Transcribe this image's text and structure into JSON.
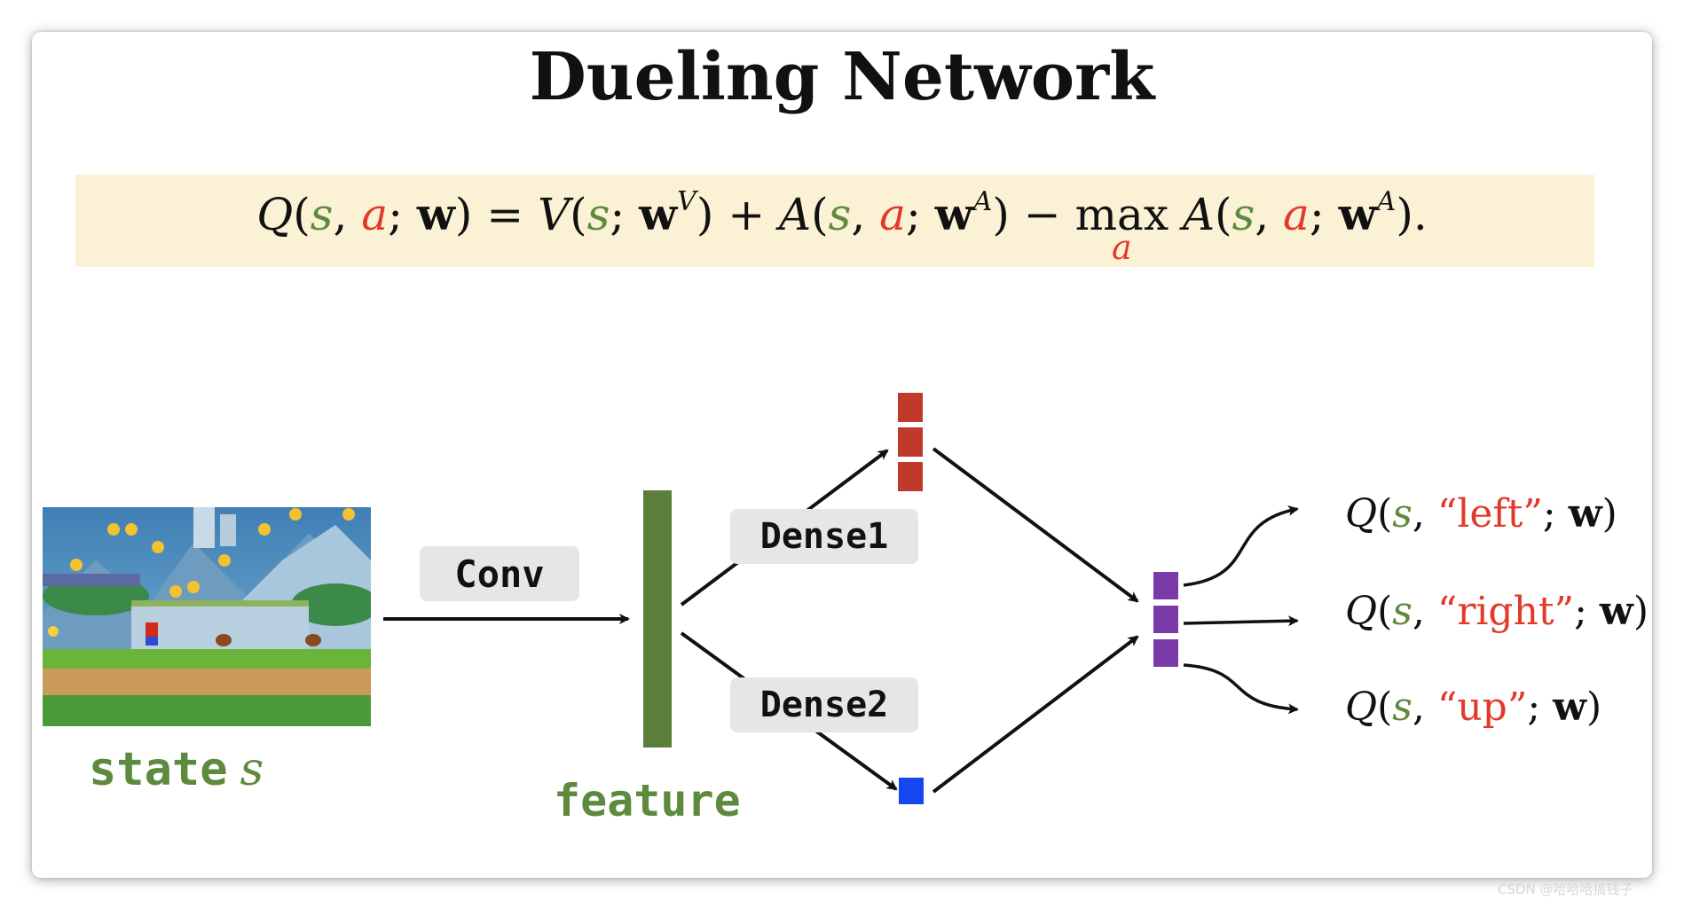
{
  "title": "Dueling Network",
  "formula": {
    "Q": "Q",
    "V": "V",
    "A": "A",
    "s": "s",
    "a": "a",
    "w": "w",
    "sup_V": "V",
    "sup_A": "A",
    "max": "max",
    "max_sub": "a"
  },
  "labels": {
    "conv": "Conv",
    "dense1": "Dense1",
    "dense2": "Dense2",
    "state_word": "state",
    "state_symbol": "s",
    "feature": "feature"
  },
  "outputs": [
    {
      "fn": "Q",
      "state": "s",
      "action": "“left”",
      "weights": "w"
    },
    {
      "fn": "Q",
      "state": "s",
      "action": "“right”",
      "weights": "w"
    },
    {
      "fn": "Q",
      "state": "s",
      "action": "“up”",
      "weights": "w"
    }
  ],
  "colors": {
    "feature_bar": "#5b7f3a",
    "advantage_block": "#c0392b",
    "value_block": "#1447f0",
    "output_block": "#7a3aa8",
    "state_green": "#5e8a3d",
    "action_red": "#e23a2a",
    "formula_band": "#fbf1d4"
  },
  "watermark": "CSDN @哈哈哈搞钱子"
}
